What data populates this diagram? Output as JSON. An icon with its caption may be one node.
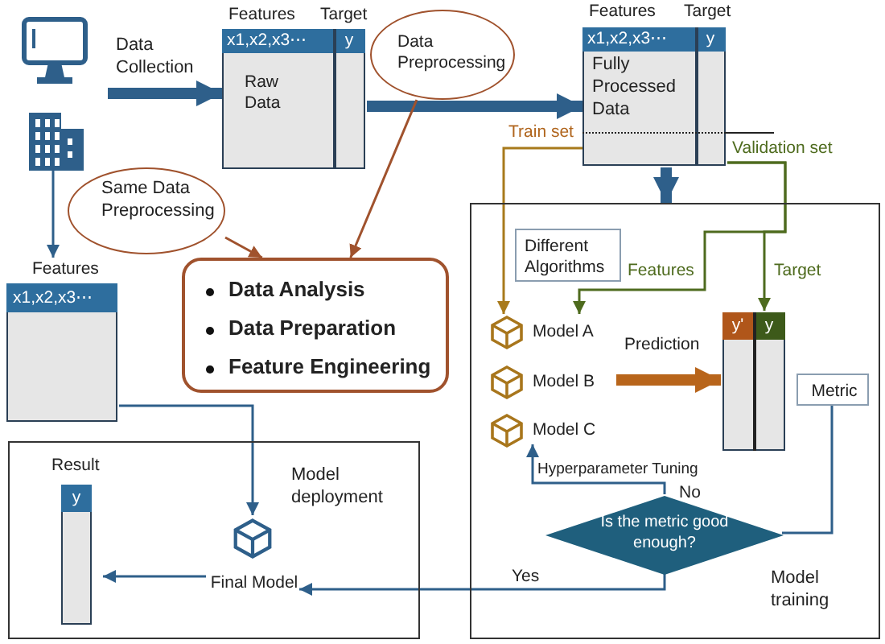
{
  "diagram": {
    "nodes": [
      {
        "text": [],
        "shape": "building"
      },
      {
        "text": [
          "Features",
          "Target",
          "x1,x2,x3⋯",
          "y",
          "Raw Data"
        ]
      },
      {
        "text": [
          "Data Preprocessing"
        ]
      },
      {
        "text": [
          "Features",
          "Target",
          "x1,x2,x3⋯",
          "y",
          "Fully Processed Data"
        ]
      },
      {
        "text": [
          "Same Data Preprocessing"
        ]
      },
      {
        "text": [
          "Features",
          "x1,x2,x3⋯"
        ]
      },
      {
        "text": [
          "Data Analysis",
          "Data Preparation",
          "Feature Engineering"
        ]
      },
      {
        "text": [
          "Model training"
        ]
      },
      {
        "text": [
          "Different Algorithms"
        ],
        "in": 7
      },
      {
        "text": [
          "Model A"
        ],
        "in": 7
      },
      {
        "text": [
          "Model B"
        ],
        "in": 7
      },
      {
        "text": [
          "Model C"
        ],
        "in": 7
      },
      {
        "text": [
          "y'",
          "y"
        ],
        "in": 7
      },
      {
        "text": [
          "Metric"
        ],
        "in": 7
      },
      {
        "text": [
          "Is the metric good enough?"
        ],
        "in": 7
      },
      {
        "text": [
          "Model deployment"
        ]
      },
      {
        "text": [
          "Final Model"
        ],
        "in": 15
      },
      {
        "text": [
          "Result",
          "y"
        ],
        "in": 15
      }
    ],
    "edges": [
      {
        "from": null,
        "to": 1,
        "arrow": "to",
        "label": "Data Collection",
        "style": "thick"
      },
      {
        "from": 1,
        "to": 3,
        "arrow": "to",
        "style": "thick"
      },
      {
        "from": 2,
        "to": 6,
        "arrow": "to",
        "color": "#a0522d"
      },
      {
        "from": 4,
        "to": 6,
        "arrow": "to",
        "color": "#a0522d"
      },
      {
        "from": 0,
        "to": 5,
        "arrow": "to"
      },
      {
        "from": 3,
        "to": 7,
        "arrow": "to",
        "style": "thick"
      },
      {
        "from": 3,
        "to": 9,
        "arrow": "to",
        "label": "Train set",
        "color": "#a87a1c"
      },
      {
        "from": 3,
        "to": 9,
        "arrow": "to",
        "label": "Features",
        "color": "#4e6b1e"
      },
      {
        "from": 3,
        "to": 12,
        "arrow": "to",
        "label": "Target",
        "color": "#4e6b1e"
      },
      {
        "from": 10,
        "to": 12,
        "arrow": "to",
        "label": "Prediction",
        "style": "thick",
        "color": "#b8651b"
      },
      {
        "from": 13,
        "to": 14,
        "arrow": "none"
      },
      {
        "from": 14,
        "to": 11,
        "arrow": "to",
        "label": "No"
      },
      {
        "from": 14,
        "to": 16,
        "arrow": "to",
        "label": "Yes"
      },
      {
        "from": 5,
        "to": 16,
        "arrow": "to"
      },
      {
        "from": 16,
        "to": 17,
        "arrow": "to"
      }
    ],
    "labels": [
      "Validation set",
      "Hyperparameter Tuning"
    ]
  }
}
